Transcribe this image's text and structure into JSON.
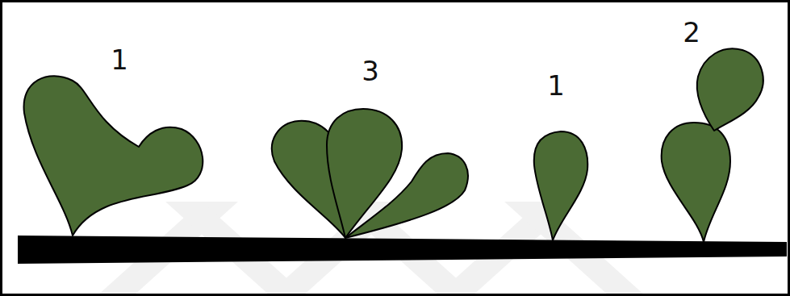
{
  "diagram": {
    "labels": [
      "1",
      "3",
      "1",
      "2"
    ]
  }
}
